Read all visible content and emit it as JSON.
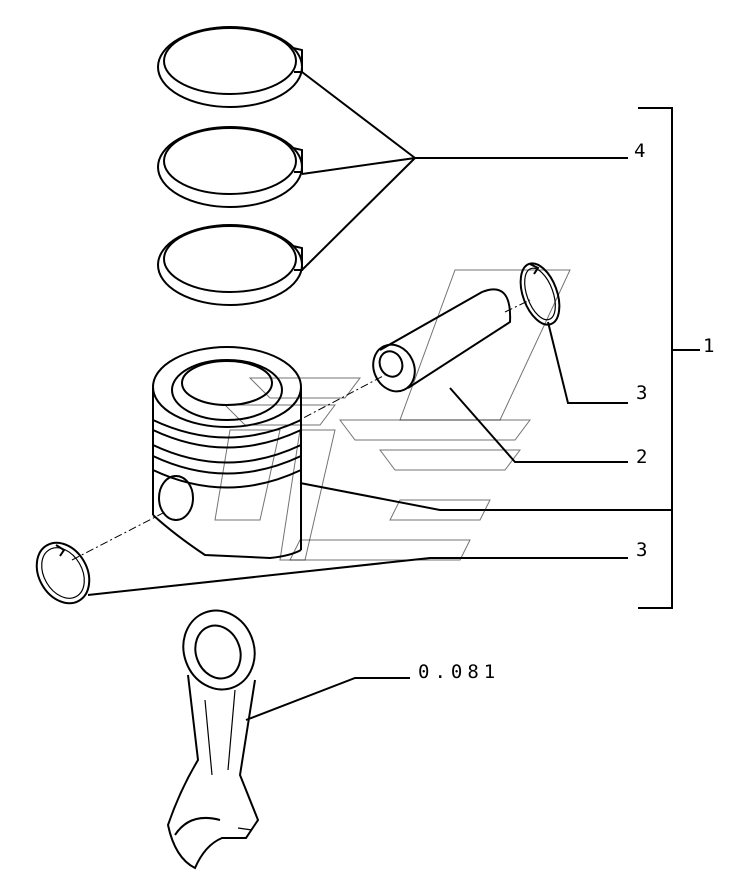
{
  "callouts": {
    "label_4": "4",
    "label_1": "1",
    "label_3_upper": "3",
    "label_2": "2",
    "label_3_lower": "3",
    "label_ref": "0.081"
  }
}
